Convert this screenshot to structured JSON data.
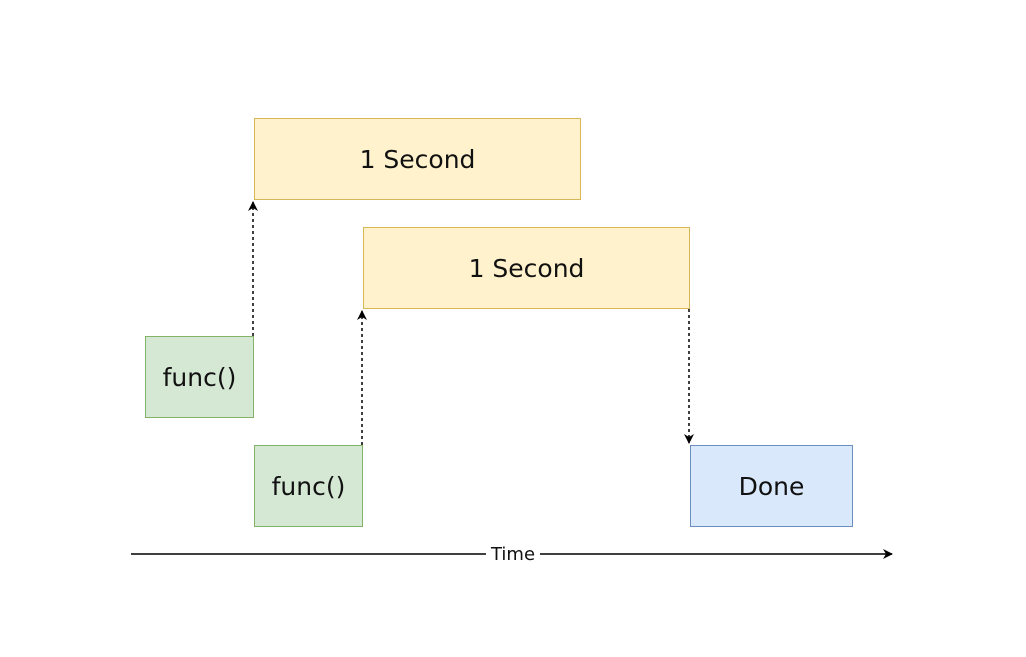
{
  "diagram": {
    "boxes": {
      "second_1": "1 Second",
      "second_2": "1 Second",
      "func_1": "func()",
      "func_2": "func()",
      "done": "Done"
    },
    "axis_label": "Time"
  },
  "colors": {
    "yellow_fill": "#fff2cc",
    "yellow_stroke": "#d6b656",
    "green_fill": "#d5e8d4",
    "green_stroke": "#82b366",
    "blue_fill": "#dae8fc",
    "blue_stroke": "#6c8ebf",
    "line": "#000000"
  }
}
